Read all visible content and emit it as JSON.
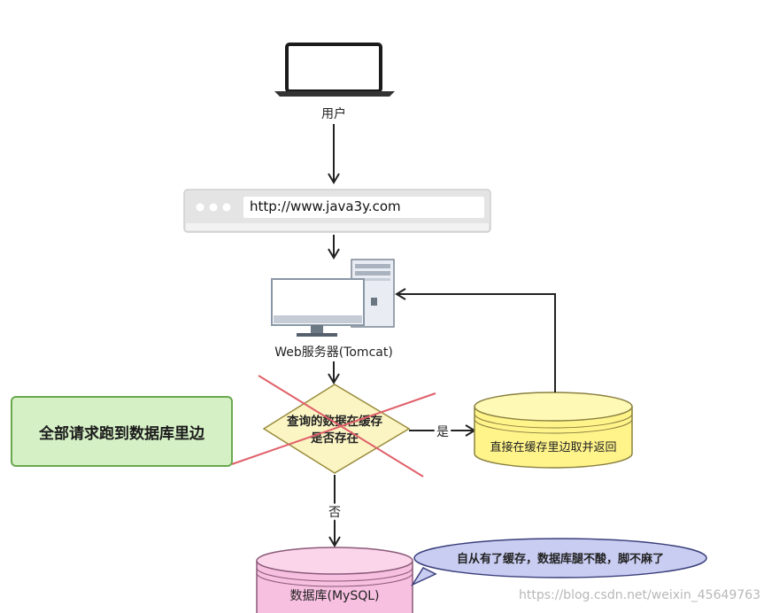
{
  "diagram": {
    "user_label": "用户",
    "url": "http://www.java3y.com",
    "server_label": "Web服务器(Tomcat)",
    "decision_line1": "查询的数据在缓存",
    "decision_line2": "是否存在",
    "yes_label": "是",
    "no_label": "否",
    "cache_label": "直接在缓存里边取并返回",
    "database_label": "数据库(MySQL)",
    "green_note": "全部请求跑到数据库里边",
    "speech_bubble": "自从有了缓存，数据库腿不酸，脚不麻了"
  },
  "watermark": "https://blog.csdn.net/weixin_45649763",
  "colors": {
    "decision_fill": "#fbf5c4",
    "cache_fill": "#fff48a",
    "database_fill": "#f7bfe0",
    "note_fill": "#d6f0c6",
    "bubble_fill": "#c9cdf2",
    "cross_lines": "#e0606a"
  }
}
